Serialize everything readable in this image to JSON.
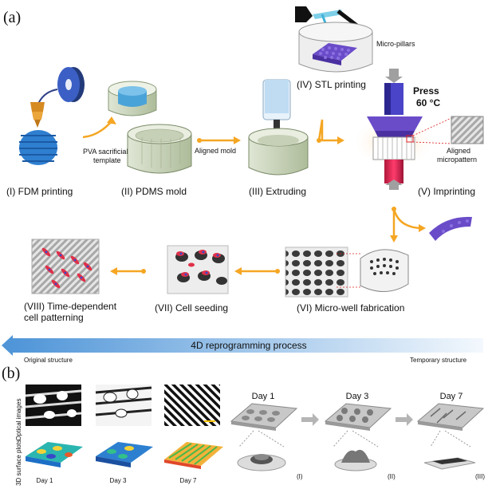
{
  "panels": {
    "a": "(a)",
    "b": "(b)"
  },
  "steps": {
    "s1": "(I) FDM printing",
    "s2": "(II) PDMS mold",
    "s3": "(III) Extruding",
    "s4": "(IV) STL printing",
    "s5": "(V) Imprinting",
    "s6": "(VI) Micro-well fabrication",
    "s7": "(VII) Cell seeding",
    "s8_line1": "(VIII) Time-dependent",
    "s8_line2": "cell patterning"
  },
  "notes": {
    "pva_line1": "PVA sacrificial",
    "pva_line2": "template",
    "aligned_mold": "Aligned mold",
    "micro_pillars": "Micro-pillars",
    "press": "Press",
    "temperature": "60 °C",
    "aligned_line1": "Aligned",
    "aligned_line2": "micropattern"
  },
  "process_bar": {
    "label": "4D reprogramming process",
    "left": "Original structure",
    "right": "Temporary structure"
  },
  "panel_b": {
    "row_optical": "Optical images",
    "row_surface": "3D surface plots",
    "days": [
      "Day 1",
      "Day 3",
      "Day 7"
    ],
    "schem_days": [
      "Day 1",
      "Day 3",
      "Day 7"
    ],
    "schem_stages": [
      "(I)",
      "(II)",
      "(III)"
    ]
  },
  "colors": {
    "arrow": "#f5a623",
    "blue_part": "#3b6fd6",
    "purple_part": "#6a4cc9",
    "process_bar": "#9cc3e8"
  }
}
